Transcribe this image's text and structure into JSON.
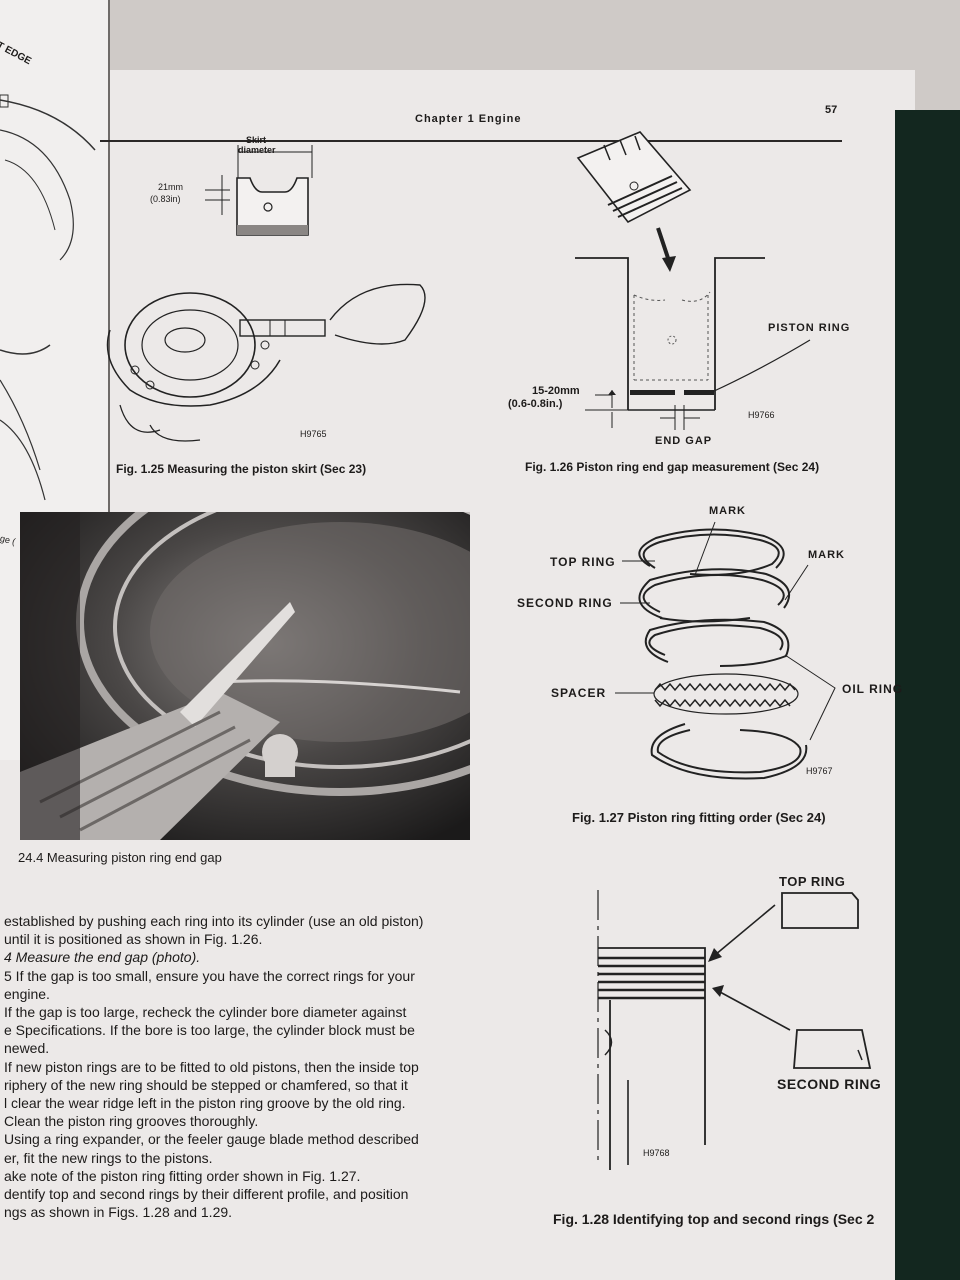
{
  "header": {
    "chapter": "Chapter 1 Engine",
    "page_number": "57"
  },
  "left_page": {
    "edge_text": "T EDGE",
    "side_text": "ge ("
  },
  "fig_1_25": {
    "label_skirt": "Skirt",
    "label_diameter": "diameter",
    "dim_mm": "21mm",
    "dim_in": "(0.83in)",
    "ref": "H9765",
    "caption": "Fig. 1.25 Measuring the piston skirt (Sec 23)"
  },
  "fig_1_26": {
    "piston_ring": "PISTON RING",
    "depth": "15-20mm",
    "depth_in": "(0.6-0.8in.)",
    "end_gap": "END GAP",
    "ref": "H9766",
    "caption": "Fig. 1.26 Piston ring end gap measurement (Sec 24)"
  },
  "photo": {
    "caption": "24.4 Measuring piston ring end gap"
  },
  "fig_1_27": {
    "mark_top": "MARK",
    "mark_right": "MARK",
    "top_ring": "TOP RING",
    "second_ring": "SECOND RING",
    "spacer": "SPACER",
    "oil_ring": "OIL RING",
    "ref": "H9767",
    "caption": "Fig. 1.27 Piston ring fitting order (Sec 24)"
  },
  "fig_1_28": {
    "top_ring": "TOP RING",
    "second_ring": "SECOND RING",
    "ref": "H9768",
    "caption": "Fig. 1.28 Identifying top and second rings (Sec 2"
  },
  "body": {
    "lines": [
      "established by pushing each ring into its cylinder (use an old piston)",
      "until it is positioned as shown in Fig. 1.26.",
      "4   Measure the end gap (photo).",
      "5   If the gap is too small, ensure you have the correct rings for your",
      "engine.",
      "   If the gap is too large, recheck the cylinder bore diameter against",
      "e Specifications. If the bore is too large, the cylinder block must be",
      "newed.",
      "   If new piston rings are to be fitted to old pistons, then the inside top",
      "riphery of the new ring should be stepped or chamfered, so that it",
      "l clear the wear ridge left in the piston ring groove by the old ring.",
      "Clean the piston ring grooves thoroughly.",
      "Using a ring expander, or the feeler gauge blade method described",
      "er, fit the new rings to the pistons.",
      "ake note of the piston ring fitting order shown in Fig. 1.27.",
      "dentify top and second rings by their different profile, and position",
      "ngs as shown in Figs. 1.28 and 1.29."
    ]
  }
}
